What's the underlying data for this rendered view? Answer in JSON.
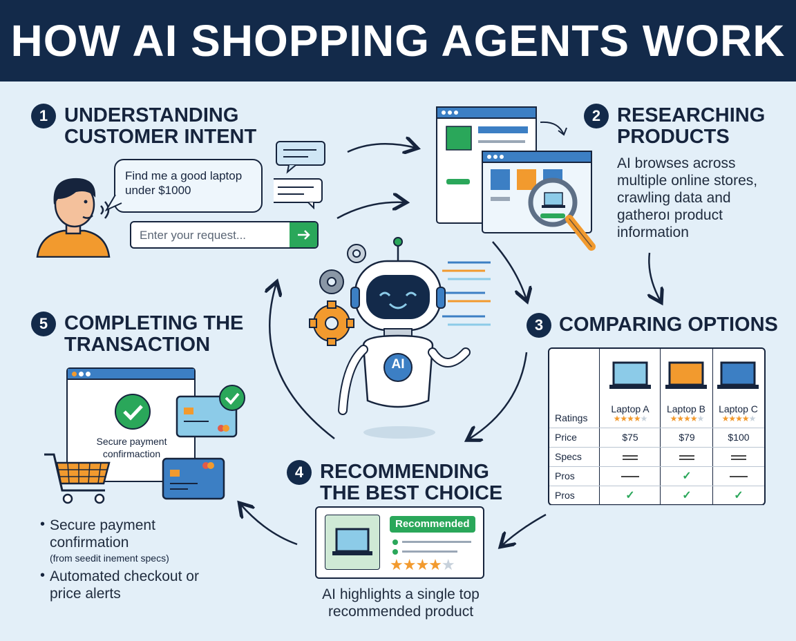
{
  "header": {
    "title": "HOW AI SHOPPING AGENTS WORK"
  },
  "steps": [
    {
      "number": "1",
      "title": "UNDERSTANDING\nCUSTOMER INTENT"
    },
    {
      "number": "2",
      "title": "RESEARCHING\nPRODUCTS",
      "description": "AI browses across multiple online stores, crawling data and gatheroı product information"
    },
    {
      "number": "3",
      "title": "COMPARING OPTIONS"
    },
    {
      "number": "4",
      "title": "RECOMMENDING\nTHE BEST CHOICE",
      "description": "AI highlights a single top recommended product"
    },
    {
      "number": "5",
      "title": "COMPLETING THE\nTRANSACTION"
    }
  ],
  "intent": {
    "bubble_text": "Find me a good laptop under $1000",
    "input_placeholder": "Enter your request..."
  },
  "robot": {
    "badge": "AI"
  },
  "comparison": {
    "products": [
      "Laptop A",
      "Laptop B",
      "Laptop C"
    ],
    "screen_colors": [
      "#8ccbe8",
      "#f29a2e",
      "#3c7fc4"
    ],
    "rows": [
      {
        "label": "Ratings",
        "cells": [
          "stars",
          "stars",
          "stars"
        ]
      },
      {
        "label": "Price",
        "cells": [
          "$75",
          "$79",
          "$100"
        ]
      },
      {
        "label": "Specs",
        "cells": [
          "equal",
          "equal",
          "equal"
        ]
      },
      {
        "label": "Pros",
        "cells": [
          "dash",
          "check",
          "dash"
        ]
      },
      {
        "label": "Pros",
        "cells": [
          "check",
          "check",
          "check"
        ]
      }
    ]
  },
  "recommend": {
    "badge": "Recommended"
  },
  "transaction": {
    "screen_text": "Secure payment confirmaction",
    "bullets": [
      {
        "main": "Secure payment confirmation",
        "sub": "(from seedit inement specs)"
      },
      {
        "main": "Automated checkout or price alerts",
        "sub": ""
      }
    ]
  },
  "colors": {
    "navy": "#132a4a",
    "orange": "#f29a2e",
    "green": "#2aa75a",
    "blue": "#3c7fc4",
    "light_blue": "#8ccbe8"
  }
}
